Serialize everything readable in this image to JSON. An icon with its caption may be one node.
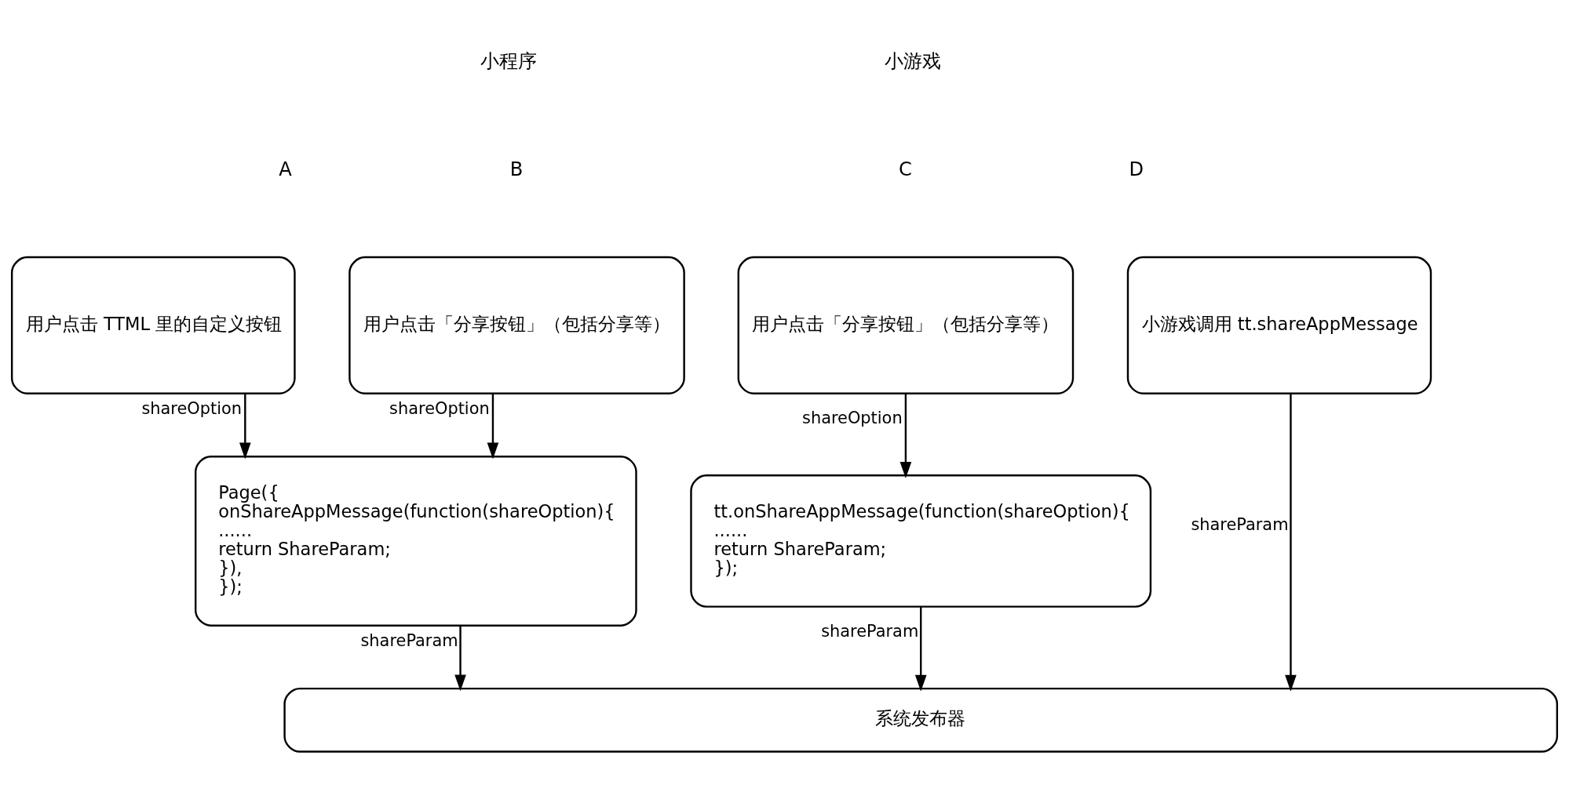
{
  "diagram": {
    "nodes": [
      {
        "text": [
          "用户点击 TTML 里的自定义按钮"
        ]
      },
      {
        "text": [
          "用户点击「分享按钮」（包括分享等）"
        ]
      },
      {
        "text": [
          "Page({",
          "onShareAppMessage(function(shareOption){",
          "......",
          "return ShareParam;",
          "}),",
          "});"
        ]
      },
      {
        "text": [
          "用户点击「分享按钮」（包括分享等）"
        ]
      },
      {
        "text": [
          "小游戏调用 tt.shareAppMessage"
        ]
      },
      {
        "text": [
          "tt.onShareAppMessage(function(shareOption){",
          "......",
          "return ShareParam;",
          "});"
        ]
      },
      {
        "text": [
          "系统发布器"
        ]
      }
    ],
    "edges": [
      {
        "from": 0,
        "to": 2,
        "label": "shareOption",
        "arrow": "to"
      },
      {
        "from": 1,
        "to": 2,
        "label": "shareOption",
        "arrow": "to"
      },
      {
        "from": 3,
        "to": 5,
        "label": "shareOption",
        "arrow": "to"
      },
      {
        "from": 4,
        "to": 6,
        "label": "shareParam",
        "arrow": "to"
      },
      {
        "from": 2,
        "to": 6,
        "label": "shareParam",
        "arrow": "to"
      },
      {
        "from": 5,
        "to": 6,
        "label": "shareParam",
        "arrow": "to"
      }
    ],
    "labels": [
      "小程序",
      "小游戏",
      "A",
      "B",
      "C",
      "D"
    ]
  }
}
